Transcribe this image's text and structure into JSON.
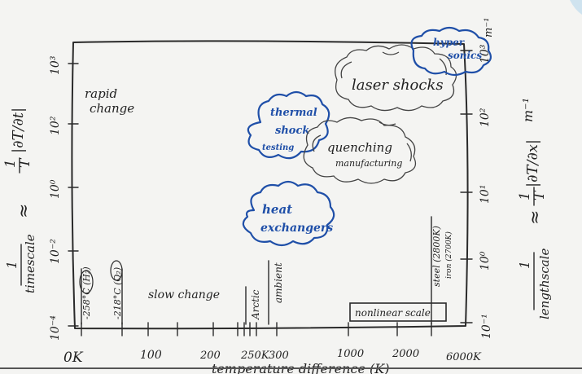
{
  "corner_mark_color": "#cfe3ef",
  "ink_blue": "#1f4fa8",
  "left_axis": {
    "frac_num": "1",
    "frac_den": "T",
    "expr": "|∂T/∂t|",
    "approx": "≈",
    "unit_num": "1",
    "unit_den": "timescale",
    "ticks": [
      "10³",
      "10²",
      "10⁰",
      "10⁻²",
      "10⁻⁴"
    ]
  },
  "right_axis": {
    "frac_num": "1",
    "frac_den": "T",
    "expr": "|∂T/∂x|",
    "approx": "≈",
    "unit": "m⁻¹",
    "unit_num": "1",
    "unit_den": "lengthscale",
    "ticks": [
      "10³",
      "10²",
      "10¹",
      "10⁰",
      "10⁻¹"
    ],
    "top_unit": "m⁻¹"
  },
  "bottom_axis": {
    "ticks": [
      "0K",
      "100",
      "200",
      "250K",
      "300",
      "1000",
      "2000",
      "6000K"
    ],
    "title": "temperature difference (K)"
  },
  "markers": [
    {
      "label": "-258°C (H₂)"
    },
    {
      "label": "-218°C (O₂)"
    },
    {
      "label": "Arctic"
    },
    {
      "label": "ambient"
    },
    {
      "label": "steel (2800K)"
    },
    {
      "label": "iron (2700K)"
    }
  ],
  "annotations": {
    "rapid": "rapid",
    "change": "change",
    "slow_change": "slow change",
    "nonlinear_scale": "nonlinear scale"
  },
  "clouds": {
    "laser": "laser shocks",
    "quenching": "quenching",
    "manufacturing": "manufacturing",
    "thermal": "thermal",
    "shock": "shock",
    "testing": "testing",
    "heat": "heat",
    "exchangers": "exchangers",
    "hypersonics1": "hyper",
    "hypersonics2": "sonics"
  }
}
